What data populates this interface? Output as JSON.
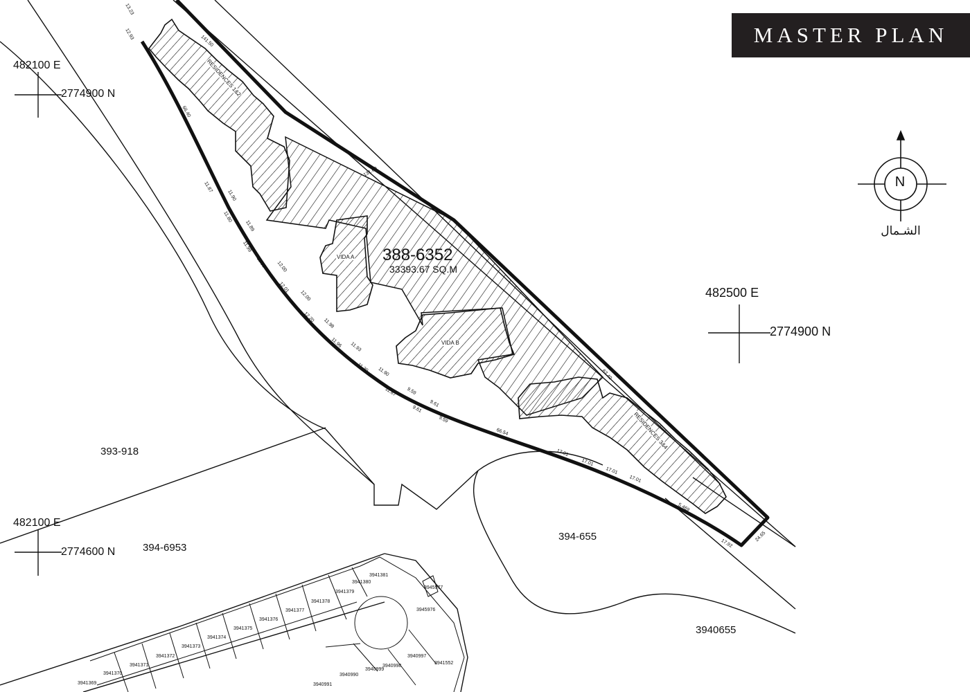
{
  "title": "MASTER PLAN",
  "north": {
    "letter": "N",
    "arabic_label": "الشـمال",
    "icon": "north-arrow-icon"
  },
  "coordinates": [
    {
      "easting": "482100 E",
      "northing": "2774900 N"
    },
    {
      "easting": "482500 E",
      "northing": "2774900 N"
    },
    {
      "easting": "482100 E",
      "northing": "2774600 N"
    }
  ],
  "main_plot": {
    "id": "388-6352",
    "area": "33393.67 SQ.M"
  },
  "buildings": {
    "vida_a": "VIDA A",
    "vida_b": "VIDA B",
    "residences_1": "RESIDENCES 1&2",
    "residences_2": "RESIDENCES 3&4"
  },
  "parcels": {
    "p1": "393-918",
    "p2": "394-6953",
    "p3": "394-655",
    "p4": "3940655"
  },
  "subplots": [
    "3941369",
    "3941370",
    "3941371",
    "3941372",
    "3941373",
    "3941374",
    "3941375",
    "3941376",
    "3941377",
    "3941378",
    "3941379",
    "3941380",
    "3941381",
    "3945976",
    "3945977",
    "3940997",
    "3940998",
    "3940999",
    "3940990",
    "3940991",
    "3941552"
  ],
  "dimensions": [
    "13.23",
    "12.93",
    "141.50",
    "66.40",
    "131.60",
    "11.87",
    "11.90",
    "11.80",
    "11.89",
    "11.99",
    "11.95",
    "12.00",
    "12.01",
    "12.00",
    "12.20",
    "11.98",
    "11.96",
    "11.93",
    "11.20",
    "11.90",
    "11.87",
    "9.59",
    "9.61",
    "9.61",
    "9.59",
    "66.54",
    "17.01",
    "17.01",
    "17.01",
    "17.01",
    "63.40",
    "5.469",
    "17.92",
    "24.65"
  ]
}
